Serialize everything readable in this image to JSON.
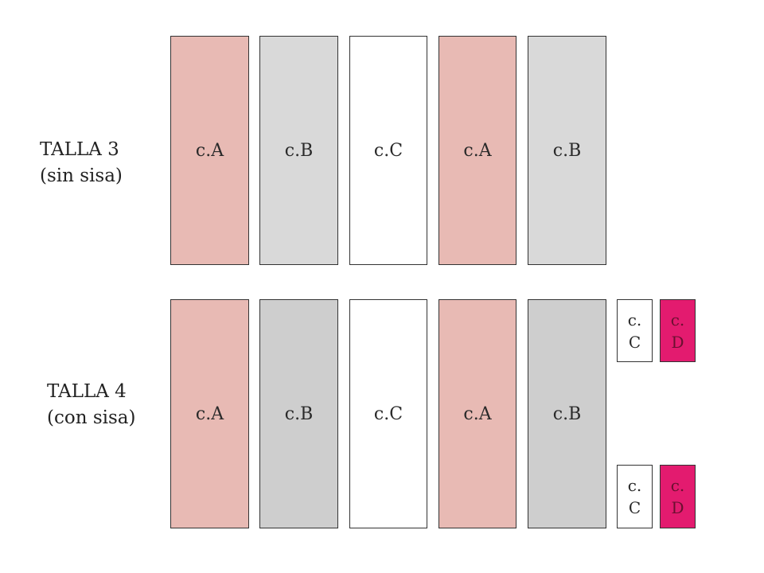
{
  "colors": {
    "panel_a": "#e8bab4",
    "panel_b_talla3": "#d9d9d9",
    "panel_b_talla4": "#cecece",
    "panel_c": "#ffffff",
    "panel_d": "#e31b6f"
  },
  "talla3": {
    "label_line1": "TALLA 3",
    "label_line2": "(sin sisa)",
    "panels": [
      "c.A",
      "c.B",
      "c.C",
      "c.A",
      "c.B"
    ]
  },
  "talla4": {
    "label_line1": "TALLA 4",
    "label_line2": "(con sisa)",
    "panels": [
      "c.A",
      "c.B",
      "c.C",
      "c.A",
      "c.B"
    ],
    "small_c": {
      "line1": "c.",
      "line2": "C"
    },
    "small_d": {
      "line1": "c.",
      "line2": "D"
    }
  }
}
